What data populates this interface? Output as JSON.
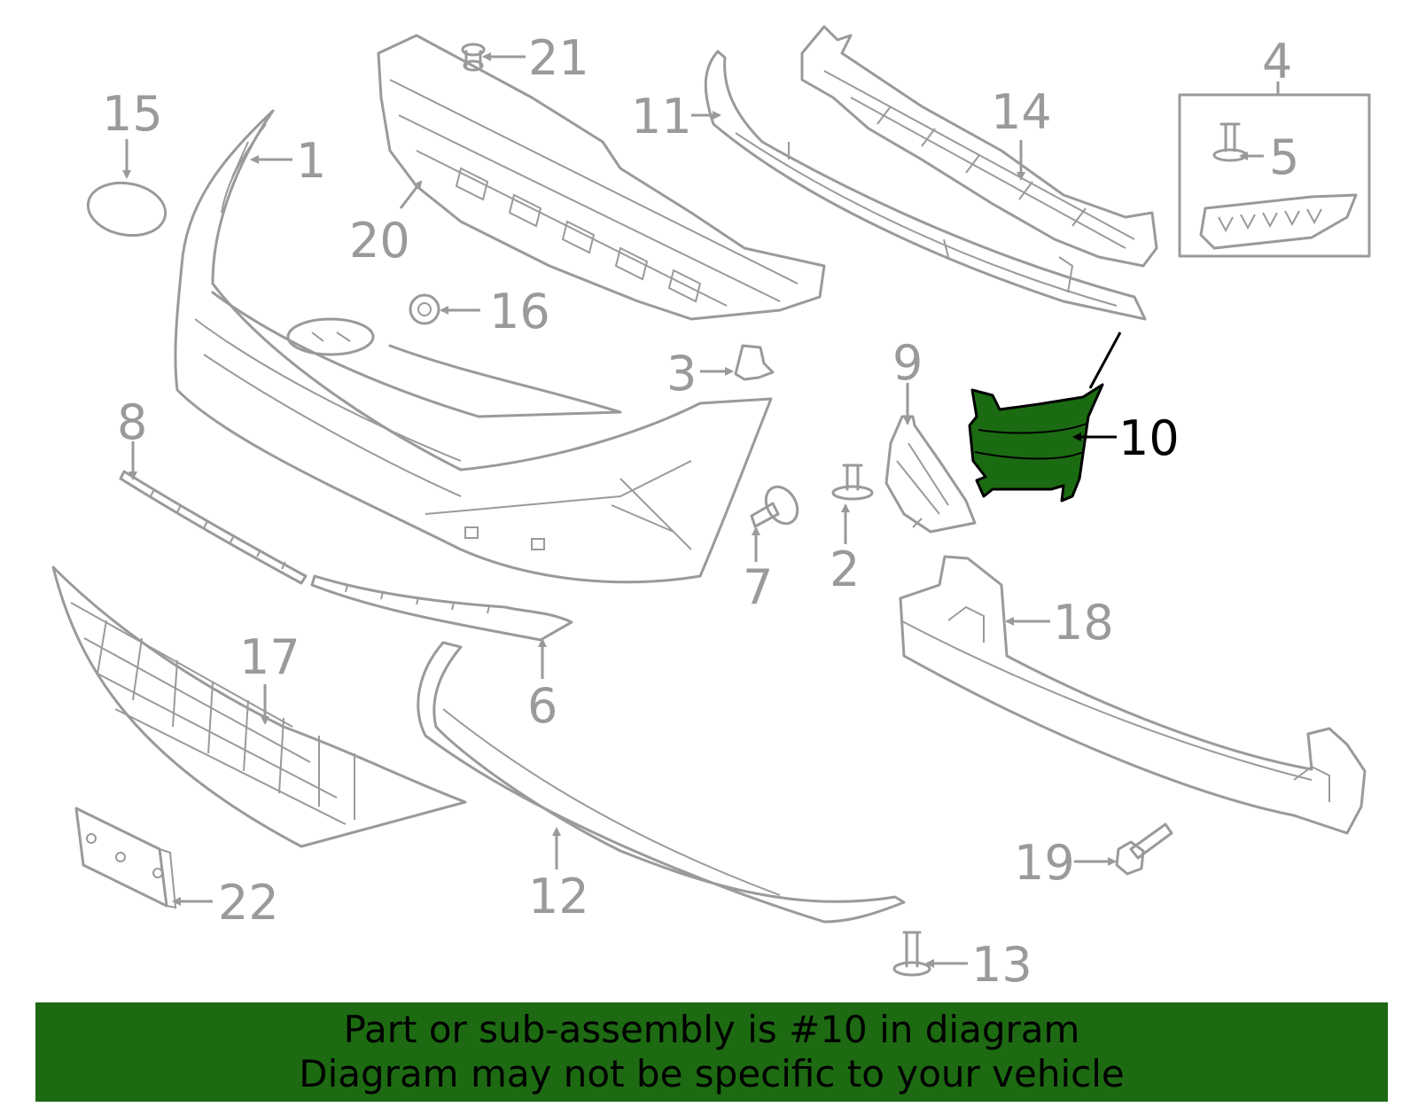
{
  "diagram": {
    "highlighted_part": "10",
    "highlight_color": "#1b6b12",
    "line_color": "#9a9a9a",
    "callouts": [
      "1",
      "2",
      "3",
      "4",
      "5",
      "6",
      "7",
      "8",
      "9",
      "10",
      "11",
      "12",
      "13",
      "14",
      "15",
      "16",
      "17",
      "18",
      "19",
      "20",
      "21",
      "22"
    ]
  },
  "banner": {
    "background": "#1d6a12",
    "line1": "Part or sub-assembly is #10 in diagram",
    "line2": "Diagram may not be specific to your vehicle"
  }
}
